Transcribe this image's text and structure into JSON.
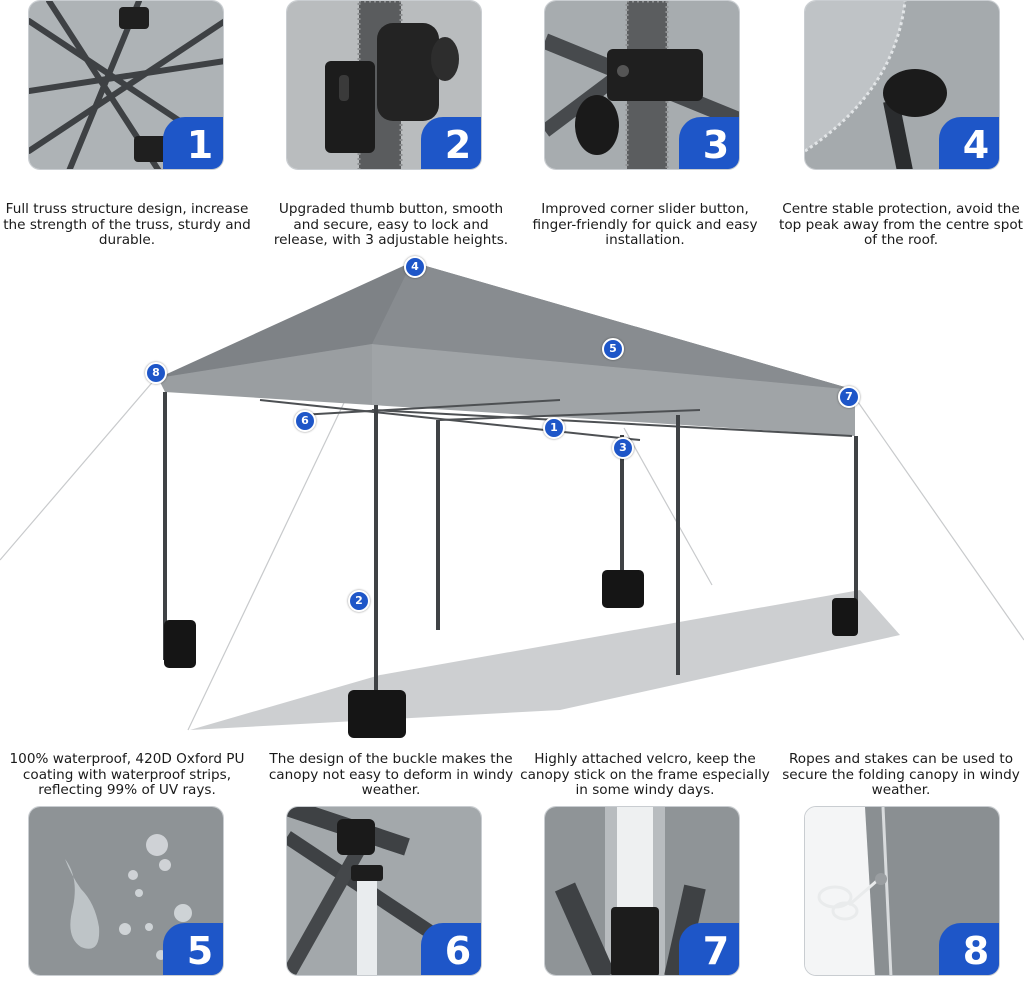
{
  "features_top": [
    {
      "num": "1",
      "text": "Full truss structure design, increase the strength of the truss, sturdy and durable."
    },
    {
      "num": "2",
      "text": "Upgraded thumb button, smooth and secure, easy to lock and release, with 3 adjustable heights."
    },
    {
      "num": "3",
      "text": "Improved corner slider button, finger-friendly for quick and easy installation."
    },
    {
      "num": "4",
      "text": "Centre stable protection, avoid the top peak away from the centre spot of the roof."
    }
  ],
  "features_bottom": [
    {
      "num": "5",
      "text": "100% waterproof, 420D Oxford PU coating with waterproof strips, reflecting 99% of UV rays."
    },
    {
      "num": "6",
      "text": "The design of the buckle makes the canopy not easy to deform in windy weather."
    },
    {
      "num": "7",
      "text": "Highly attached velcro, keep the canopy stick on the frame especially in some windy days."
    },
    {
      "num": "8",
      "text": "Ropes and stakes can be used to secure the folding canopy in windy weather."
    }
  ],
  "callouts": [
    "1",
    "2",
    "3",
    "4",
    "5",
    "6",
    "7",
    "8"
  ],
  "colors": {
    "badge": "#1e56c8",
    "canopy": "#7d8185",
    "frame": "#4a4d50"
  }
}
